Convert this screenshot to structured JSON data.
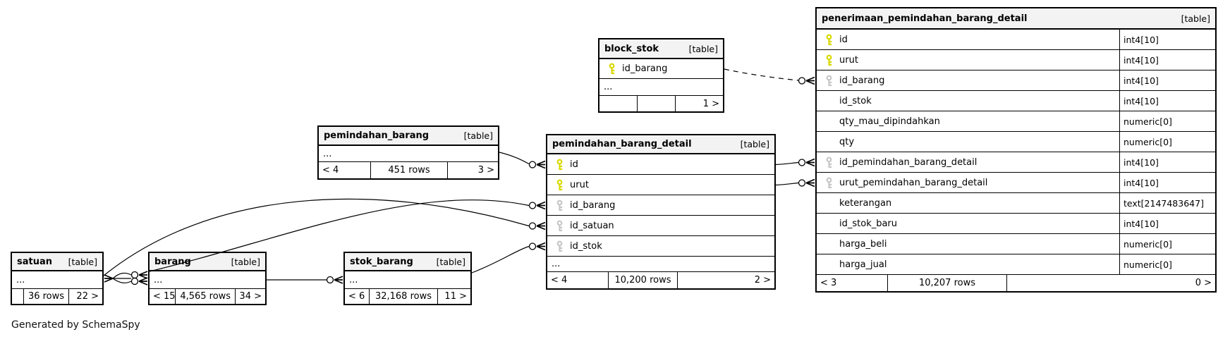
{
  "page": {
    "footer_note": "Generated by SchemaSpy"
  },
  "colors": {
    "primary_key": "#d9d900",
    "foreign_key": "#c6c6c6",
    "header_bg": "#f3f3f3",
    "border": "#000000",
    "background": "#ffffff"
  },
  "tables": {
    "block_stok": {
      "name": "block_stok",
      "tag": "[table]",
      "columns": [
        {
          "name": "id_barang",
          "key": "primary"
        }
      ],
      "ellipsis": "...",
      "footer": {
        "left": "",
        "center": "",
        "right": "1 >"
      }
    },
    "pemindahan_barang": {
      "name": "pemindahan_barang",
      "tag": "[table]",
      "columns": [],
      "ellipsis": "...",
      "footer": {
        "left": "< 4",
        "center": "451 rows",
        "right": "3 >"
      }
    },
    "pemindahan_barang_detail": {
      "name": "pemindahan_barang_detail",
      "tag": "[table]",
      "columns": [
        {
          "name": "id",
          "key": "primary"
        },
        {
          "name": "urut",
          "key": "primary"
        },
        {
          "name": "id_barang",
          "key": "foreign"
        },
        {
          "name": "id_satuan",
          "key": "foreign"
        },
        {
          "name": "id_stok",
          "key": "foreign"
        }
      ],
      "ellipsis": "...",
      "footer": {
        "left": "< 4",
        "center": "10,200 rows",
        "right": "2 >"
      }
    },
    "penerimaan_pemindahan_barang_detail": {
      "name": "penerimaan_pemindahan_barang_detail",
      "tag": "[table]",
      "columns": [
        {
          "name": "id",
          "key": "primary",
          "type": "int4[10]"
        },
        {
          "name": "urut",
          "key": "primary",
          "type": "int4[10]"
        },
        {
          "name": "id_barang",
          "key": "foreign",
          "type": "int4[10]"
        },
        {
          "name": "id_stok",
          "key": "none",
          "type": "int4[10]"
        },
        {
          "name": "qty_mau_dipindahkan",
          "key": "none",
          "type": "numeric[0]"
        },
        {
          "name": "qty",
          "key": "none",
          "type": "numeric[0]"
        },
        {
          "name": "id_pemindahan_barang_detail",
          "key": "foreign",
          "type": "int4[10]"
        },
        {
          "name": "urut_pemindahan_barang_detail",
          "key": "foreign",
          "type": "int4[10]"
        },
        {
          "name": "keterangan",
          "key": "none",
          "type": "text[2147483647]"
        },
        {
          "name": "id_stok_baru",
          "key": "none",
          "type": "int4[10]"
        },
        {
          "name": "harga_beli",
          "key": "none",
          "type": "numeric[0]"
        },
        {
          "name": "harga_jual",
          "key": "none",
          "type": "numeric[0]"
        }
      ],
      "footer": {
        "left": "< 3",
        "center": "10,207 rows",
        "right": "0 >"
      }
    },
    "satuan": {
      "name": "satuan",
      "tag": "[table]",
      "columns": [],
      "ellipsis": "...",
      "footer": {
        "left": "",
        "center": "36 rows",
        "right": "22 >"
      }
    },
    "barang": {
      "name": "barang",
      "tag": "[table]",
      "columns": [],
      "ellipsis": "...",
      "footer": {
        "left": "< 15",
        "center": "4,565 rows",
        "right": "34 >"
      }
    },
    "stok_barang": {
      "name": "stok_barang",
      "tag": "[table]",
      "columns": [],
      "ellipsis": "...",
      "footer": {
        "left": "< 6",
        "center": "32,168 rows",
        "right": "11 >"
      }
    }
  },
  "relationships": [
    {
      "from": "block_stok.id_barang",
      "to": "penerimaan_pemindahan_barang_detail.id_barang",
      "style": "dashed"
    },
    {
      "from": "pemindahan_barang",
      "to": "pemindahan_barang_detail.id",
      "style": "solid"
    },
    {
      "from": "pemindahan_barang_detail.id",
      "to": "penerimaan_pemindahan_barang_detail.id_pemindahan_barang_detail",
      "style": "solid"
    },
    {
      "from": "pemindahan_barang_detail.urut",
      "to": "penerimaan_pemindahan_barang_detail.urut_pemindahan_barang_detail",
      "style": "solid"
    },
    {
      "from": "barang",
      "to": "pemindahan_barang_detail.id_barang",
      "style": "solid"
    },
    {
      "from": "satuan",
      "to": "pemindahan_barang_detail.id_satuan",
      "style": "solid"
    },
    {
      "from": "stok_barang",
      "to": "pemindahan_barang_detail.id_stok",
      "style": "solid"
    },
    {
      "from": "barang",
      "to": "stok_barang",
      "style": "solid"
    },
    {
      "from": "satuan",
      "to": "barang",
      "style": "solid-multiple"
    }
  ]
}
